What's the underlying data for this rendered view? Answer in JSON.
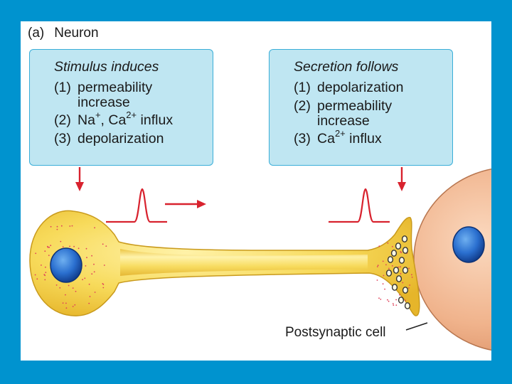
{
  "figure": {
    "panel_letter": "(a)",
    "title": "Neuron"
  },
  "left_box": {
    "title": "Stimulus induces",
    "steps": [
      {
        "num": "(1)",
        "text": "permeability",
        "cont": "increase"
      },
      {
        "num": "(2)",
        "pre": "Na",
        "sup1": "+",
        "mid": ", Ca",
        "sup2": "2+",
        "post": " influx"
      },
      {
        "num": "(3)",
        "text": "depolarization"
      }
    ]
  },
  "right_box": {
    "title": "Secretion follows",
    "steps": [
      {
        "num": "(1)",
        "text": "depolarization"
      },
      {
        "num": "(2)",
        "text": "permeability",
        "cont": "increase"
      },
      {
        "num": "(3)",
        "pre": "Ca",
        "sup": "2+",
        "post": " influx"
      }
    ]
  },
  "postsynaptic_label": "Postsynaptic cell",
  "colors": {
    "background": "#0093cf",
    "box_fill": "#bfe6f2",
    "box_border": "#3aaed8",
    "arrow": "#d8222e",
    "neuron_fill": "#f7da5a",
    "neuron_outline": "#c99a1c",
    "nucleus": "#1d5fbf",
    "postsynaptic_cell": "#f0b38c"
  },
  "icons": [
    "arrow-down-icon",
    "arrow-right-icon",
    "action-potential-icon"
  ]
}
